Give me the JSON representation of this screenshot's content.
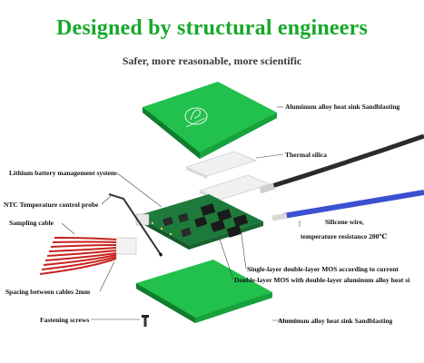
{
  "header": {
    "title": "Designed by structural engineers",
    "subtitle": "Safer, more reasonable, more scientific"
  },
  "labels": {
    "heat_sink_top": "Aluminum alloy heat sink Sandblasting",
    "thermal_silica": "Thermal silica",
    "bms": "Lithium battery management system",
    "ntc_probe": "NTC Temperature control probe",
    "sampling_cable": "Sampling cable",
    "silicone_wire": "Silicone wire,",
    "temperature_resistance": "temperature resistance 200℃",
    "mos_single": "Single-layer double-layer MOS according to current",
    "mos_double": "Double-layer MOS with double-layer aluminum alloy heat si",
    "spacing": "Spacing between cables 2mm",
    "fastening_screws": "Fastening screws",
    "heat_sink_bottom": "Aluminum alloy heat sink Sandblasting"
  },
  "colors": {
    "title_green": "#15a82a",
    "plate_green": "#1fbf4a",
    "plate_side": "#129636",
    "pcb_green": "#1d7a3a",
    "wire_blue": "#3b4fd1",
    "cable_red": "#c8201c"
  }
}
